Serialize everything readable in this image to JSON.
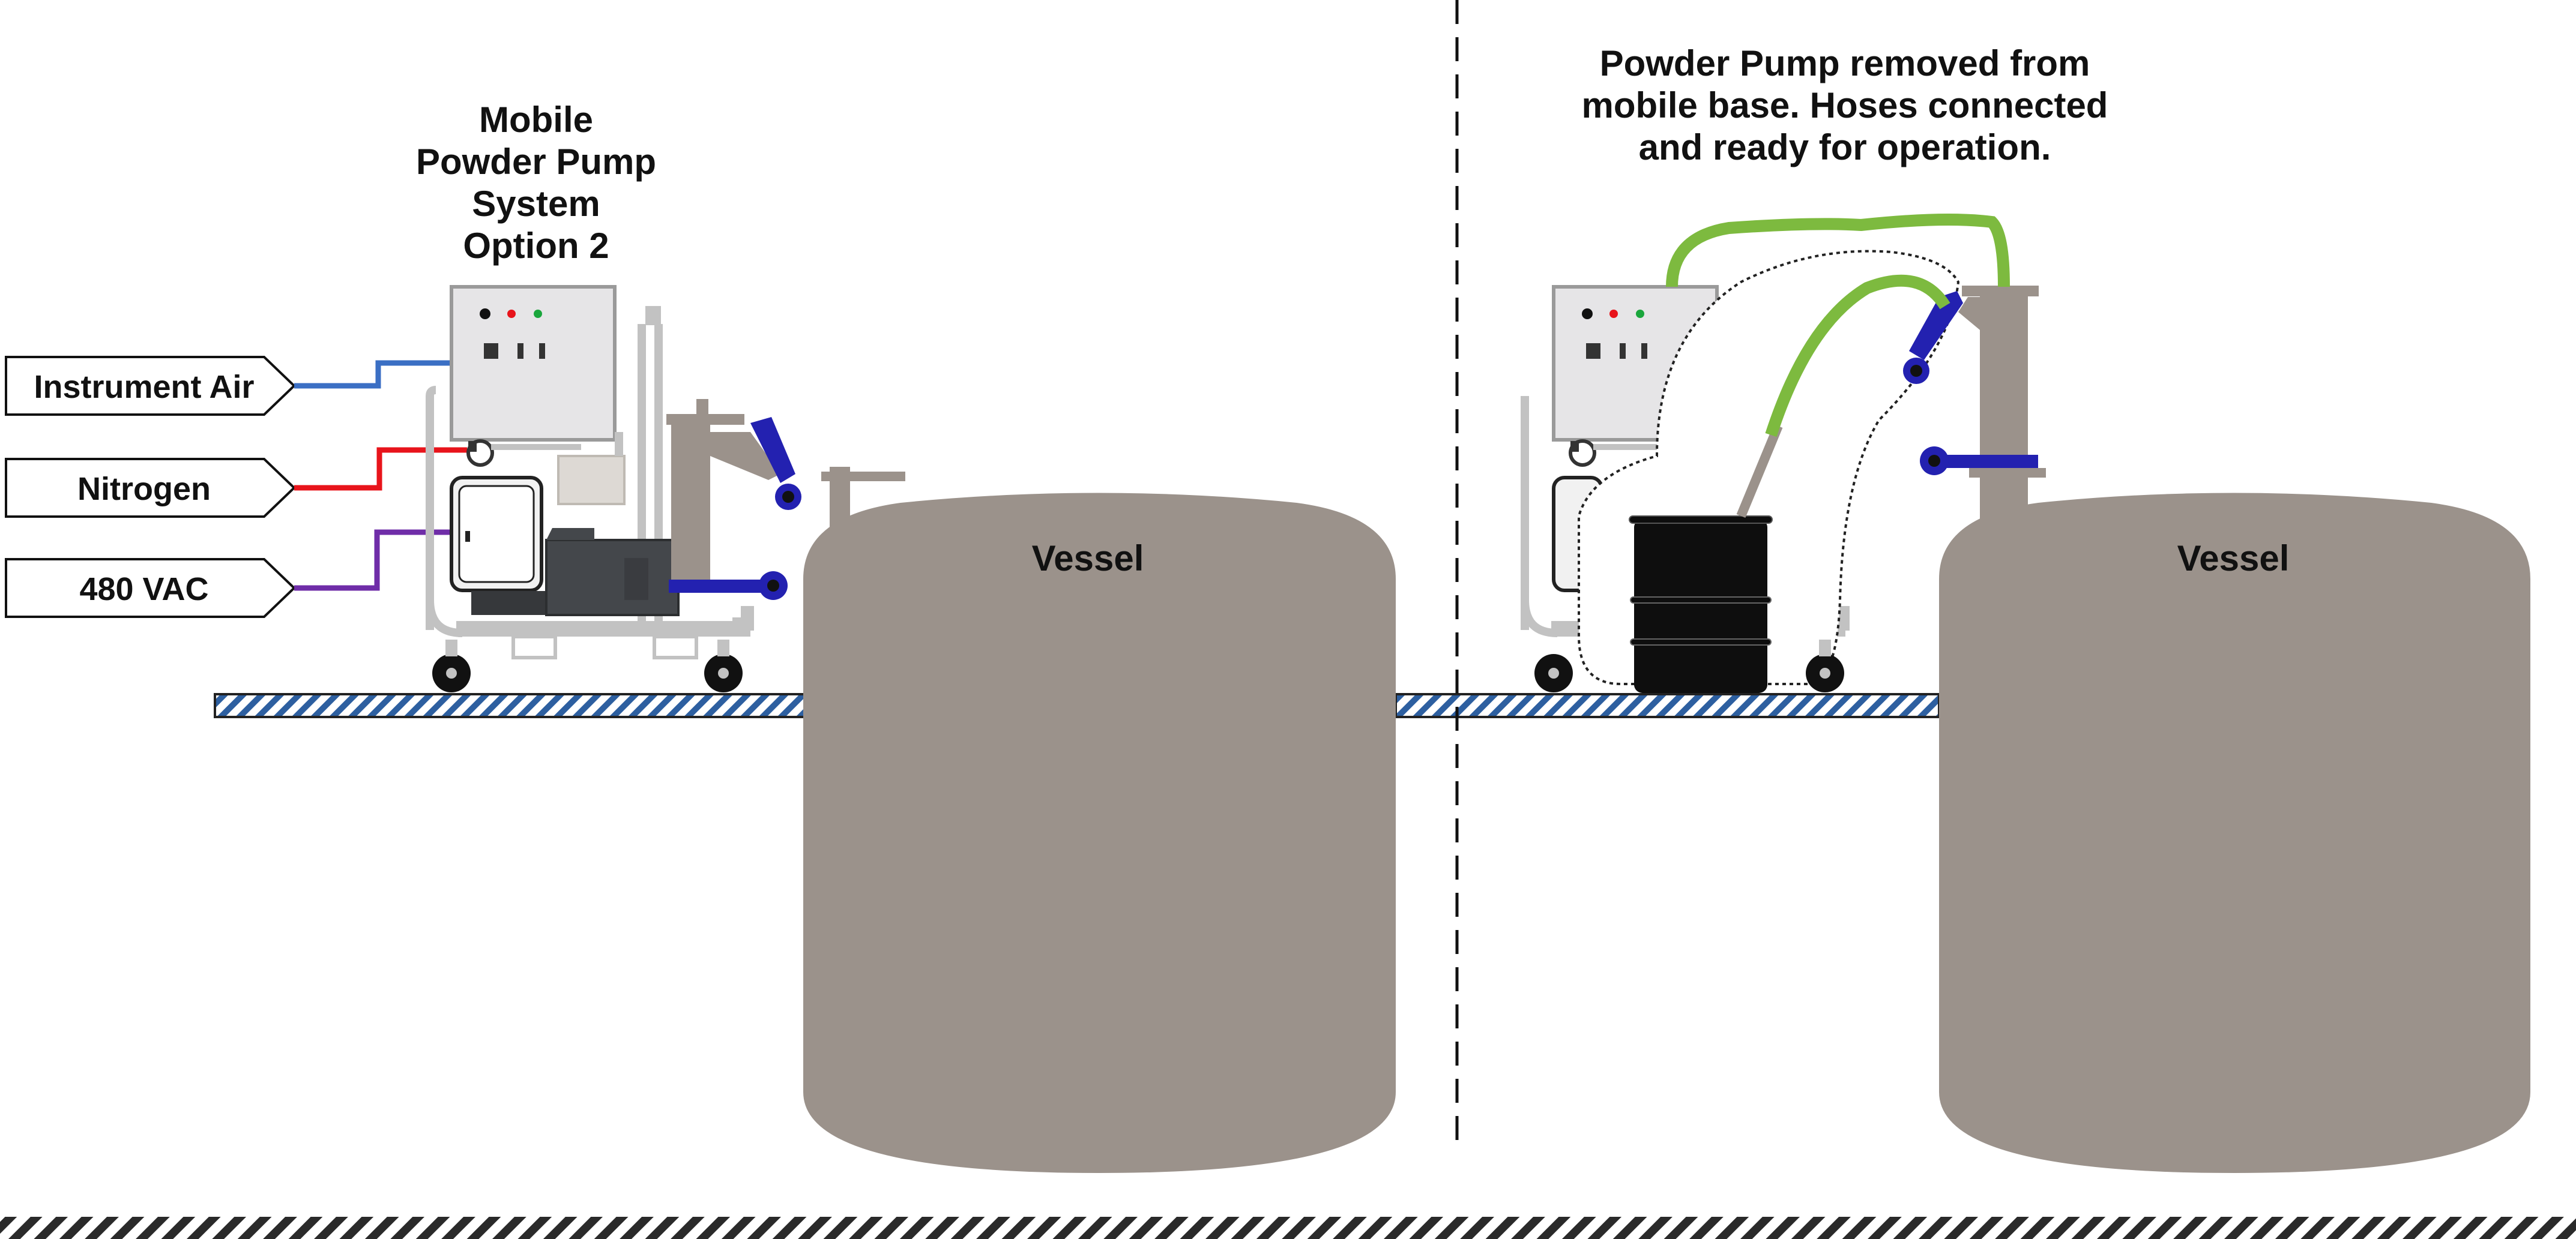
{
  "left_panel": {
    "title_lines": [
      "Mobile",
      "Powder Pump",
      "System",
      "Option 2"
    ],
    "inputs": [
      {
        "label": "Instrument Air",
        "line_color": "#3b6fc4"
      },
      {
        "label": "Nitrogen",
        "line_color": "#e8141b"
      },
      {
        "label": "480 VAC",
        "line_color": "#6f2da8"
      }
    ],
    "vessel_label": "Vessel"
  },
  "right_panel": {
    "title_lines": [
      "Powder Pump removed from",
      "mobile base. Hoses connected",
      "and ready for operation."
    ],
    "vessel_label": "Vessel"
  },
  "colors": {
    "vessel": "#9b928b",
    "frame": "#c2c2c2",
    "cabinet": "#e6e5e7",
    "motor": "#44474b",
    "valve": "#2321b0",
    "hose": "#7dba3f",
    "floor_stripe": "#2d5fa0",
    "drum": "#0e0e0e",
    "ground_stripe": "#2a2a2a"
  }
}
